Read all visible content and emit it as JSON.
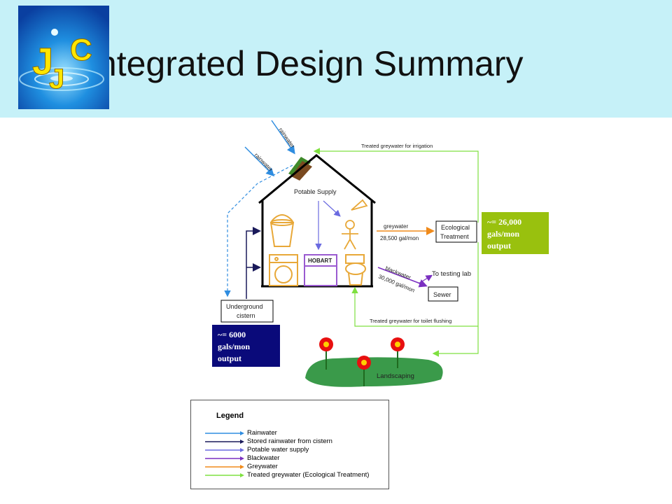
{
  "header": {
    "title": "Integrated Design Summary",
    "logo_letters": [
      "J",
      "J",
      "C"
    ]
  },
  "diagram": {
    "rainwater_label_1": "rainwater",
    "rainwater_label_2": "rainwater",
    "treated_irrigation": "Treated greywater for irrigation",
    "potable_supply": "Potable Supply",
    "hobart": "HOBART",
    "greywater_label": "greywater",
    "greywater_amount": "28,500 gal/mon",
    "ecological_treatment_line1": "Ecological",
    "ecological_treatment_line2": "Treatment",
    "blackwater_label": "blackwater",
    "blackwater_amount": "30,000 gal/mon",
    "testing_lab": "To testing lab",
    "sewer": "Sewer",
    "cistern_line1": "Underground",
    "cistern_line2": "cistern",
    "treated_toilet": "Treated greywater for toilet flushing",
    "landscaping": "Landscaping"
  },
  "callouts": {
    "green": [
      "~= 26,000",
      "gals/mon",
      "output"
    ],
    "navy": [
      "~= 6000",
      "gals/mon",
      "output"
    ]
  },
  "legend": {
    "title": "Legend",
    "items": [
      {
        "label": "Rainwater",
        "color": "#2f8de0"
      },
      {
        "label": "Stored rainwater from cistern",
        "color": "#1a1a5a"
      },
      {
        "label": "Potable water supply",
        "color": "#6a6ae0"
      },
      {
        "label": "Blackwater",
        "color": "#7a2fc0"
      },
      {
        "label": "Greywater",
        "color": "#f08a1a"
      },
      {
        "label": "Treated greywater (Ecological Treatment)",
        "color": "#7fe040"
      }
    ]
  },
  "colors": {
    "header_bg": "#c6f1f8",
    "green_callout": "#99c10e",
    "navy_callout": "#0a0a7a",
    "landscape": "#3a9a4a"
  }
}
